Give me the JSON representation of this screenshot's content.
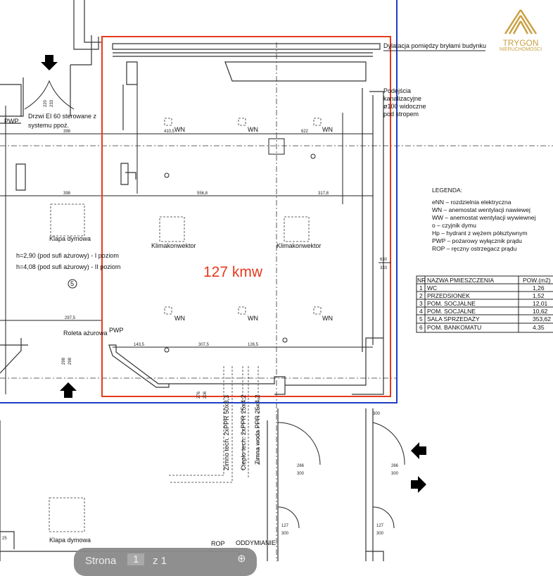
{
  "notes": {
    "dylatacja": "Dylatacja pomiędzy bryłami budynku",
    "podejscia": [
      "Podejścia",
      "kanalizacyjne",
      "ø100 widoczne",
      "pod stropem"
    ],
    "drzwi": [
      "Drzwi EI 60 sterowane z",
      "systemu ppoż."
    ],
    "klapa1": "Klapa dymowa",
    "h1": "h=2,90 (pod sufi ażurowy) - I poziom",
    "h2": "h=4,08 (pod sufi ażurowy) - II poziom",
    "room_no": "5",
    "roleta": "Roleta ażurowa",
    "klima": "Klimakonwektor",
    "area_label": "127 kmw",
    "pwp": "PWP",
    "wn": "WN",
    "rop": "ROP",
    "oddymianie": "ODDYMIANIE",
    "klapa2": "Klapa dymowa",
    "pipes": [
      "Zimno tech. 2xPPR 50x8,3",
      "Ciepło tech. 2xPPR 25x4,2",
      "Zimna woda PPR 25x4,2"
    ]
  },
  "dims": {
    "d220": "220",
    "d233": "233",
    "d398": "398",
    "d4105": "410,5",
    "d622": "622",
    "d5568": "556,8",
    "d3178": "317,8",
    "d2975": "297,5",
    "d1435": "143,5",
    "d3075": "307,5",
    "d1265": "126,5",
    "d298a": "298",
    "d298b": "298",
    "d630": "630",
    "d333": "333",
    "d266": "266",
    "d300": "300",
    "d127": "127",
    "d25": "25",
    "d276": "276",
    "d208": "208"
  },
  "legend": {
    "title": "LEGENDA:",
    "items": [
      "eNN  –  rozdzielnia elektryczna",
      "WN  –  anemostat wentylacji nawiewej",
      "WW  –  anemostat wentylacji wywiewnej",
      "  o  –  czyjnik dymu",
      "Hp  –  hydrant z wężem półsztywnym",
      "PWP  –  pożarowy wyłącznik prądu",
      "ROP  –  ręczny ostrzegacz prądu"
    ]
  },
  "rooms_table": {
    "headers": [
      "NR",
      "NAZWA PMIESZCZENIA",
      "POW.(m2)"
    ],
    "rows": [
      [
        "1",
        "WC",
        "1,26"
      ],
      [
        "2",
        "PRZEDSIONEK",
        "1,52"
      ],
      [
        "3",
        "POM. SOCJALNE",
        "12,01"
      ],
      [
        "4",
        "POM. SOCJALNE",
        "10,62"
      ],
      [
        "5",
        "SALA SPRZEDAŻY",
        "353,62"
      ],
      [
        "6",
        "POM. BANKOMATU",
        "4,35"
      ]
    ]
  },
  "logo": {
    "name": "TRYGON",
    "sub": "NIERUCHOMOŚCI"
  },
  "pager": {
    "label": "Strona",
    "current": "1",
    "of": "z 1"
  },
  "colors": {
    "highlight": "#e53a1e",
    "boundary": "#1f3fc4",
    "logo": "#c9a042"
  }
}
